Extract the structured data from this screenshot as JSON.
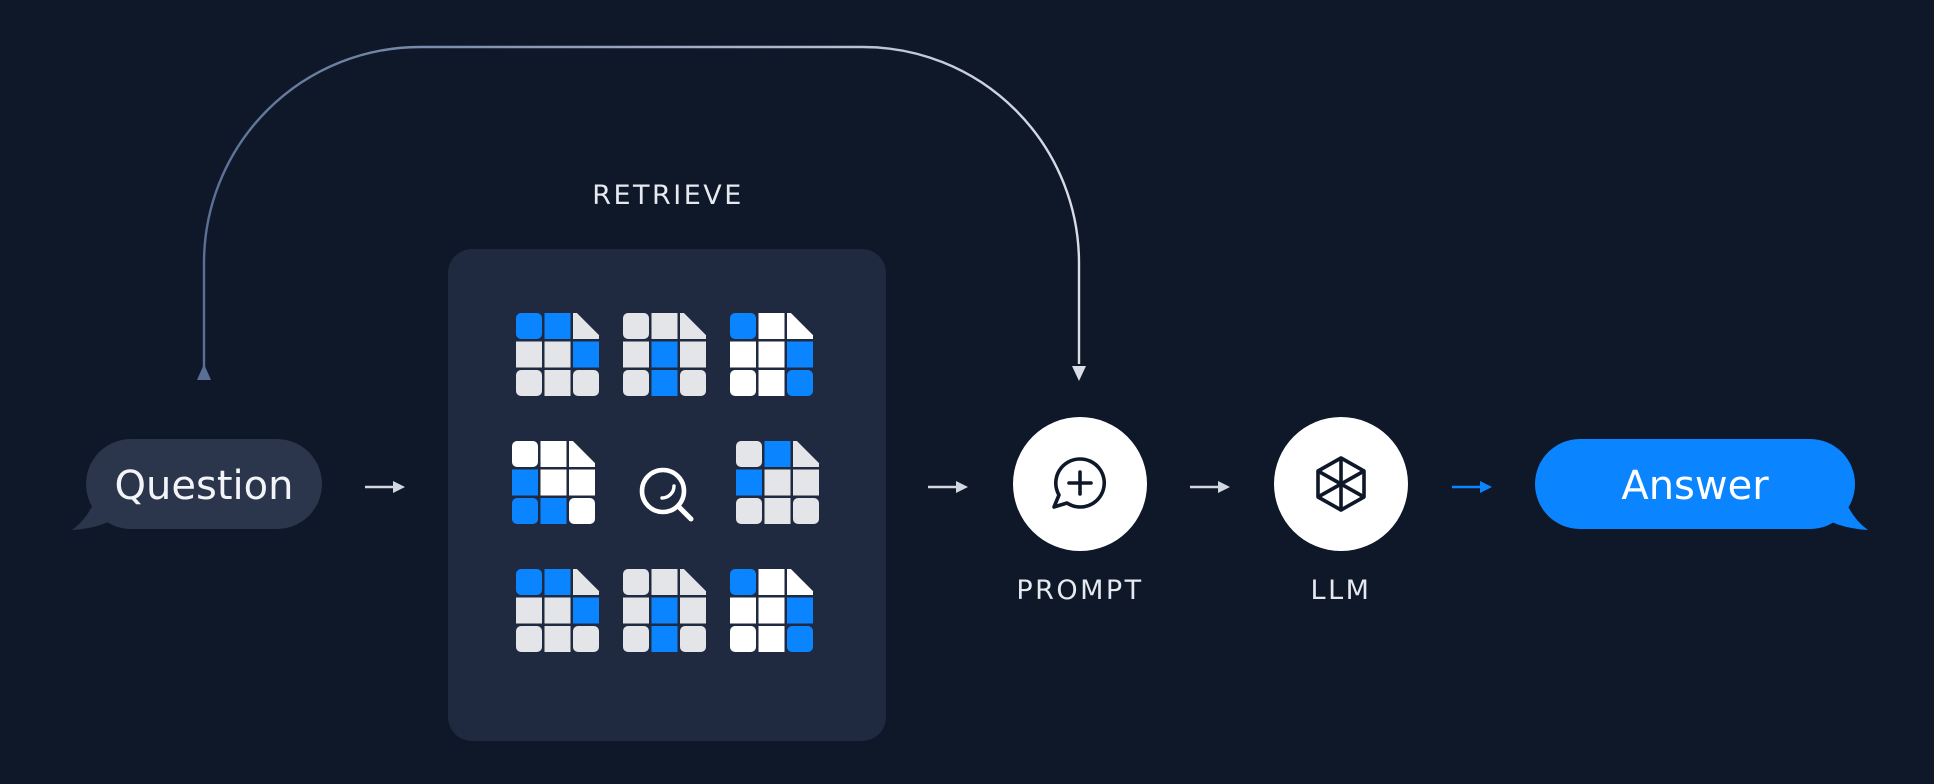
{
  "labels": {
    "retrieve": "RETRIEVE",
    "question": "Question",
    "prompt": "PROMPT",
    "llm": "LLM",
    "answer": "Answer"
  },
  "colors": {
    "background": "#0f1829",
    "panel": "#1f2a40",
    "question_bubble": "#2b354b",
    "accent_blue": "#0b84ff",
    "doc_gray": "#e4e5e9",
    "arrow": "#d2d7e2"
  },
  "icons": {
    "retrieve_center": "search-icon",
    "prompt": "chat-plus-icon",
    "llm": "cube-icon",
    "documents": "document-grid-icon"
  },
  "documents": [
    {
      "cells": [
        [
          1,
          1,
          0
        ],
        [
          0,
          0,
          1
        ],
        [
          0,
          0,
          0
        ]
      ],
      "base": "gray"
    },
    {
      "cells": [
        [
          0,
          0,
          0
        ],
        [
          0,
          1,
          0
        ],
        [
          0,
          1,
          0
        ]
      ],
      "base": "gray"
    },
    {
      "cells": [
        [
          1,
          0,
          0
        ],
        [
          0,
          0,
          1
        ],
        [
          0,
          0,
          1
        ]
      ],
      "base": "white"
    },
    {
      "cells": [
        [
          0,
          0,
          0
        ],
        [
          1,
          0,
          0
        ],
        [
          1,
          1,
          0
        ]
      ],
      "base": "white"
    },
    {
      "cells": [
        [
          0,
          1,
          0
        ],
        [
          1,
          0,
          0
        ],
        [
          0,
          0,
          0
        ]
      ],
      "base": "gray"
    },
    {
      "cells": [
        [
          1,
          1,
          0
        ],
        [
          0,
          0,
          1
        ],
        [
          0,
          0,
          0
        ]
      ],
      "base": "gray"
    },
    {
      "cells": [
        [
          0,
          0,
          0
        ],
        [
          0,
          1,
          0
        ],
        [
          0,
          1,
          0
        ]
      ],
      "base": "gray"
    },
    {
      "cells": [
        [
          1,
          0,
          0
        ],
        [
          0,
          0,
          1
        ],
        [
          0,
          0,
          1
        ]
      ],
      "base": "white"
    }
  ]
}
